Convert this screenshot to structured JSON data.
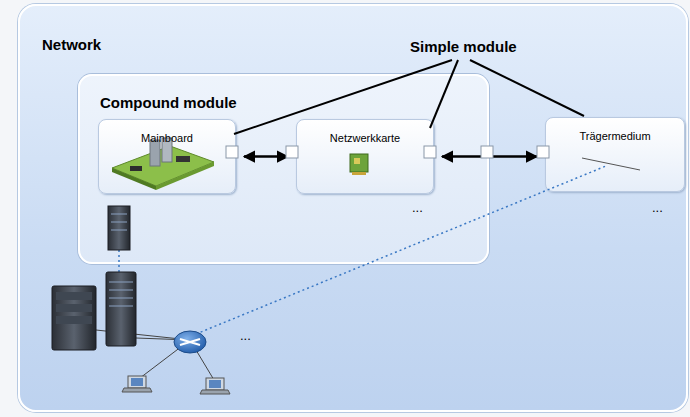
{
  "diagram": {
    "nodes": [
      {
        "text": [
          "Network"
        ]
      },
      {
        "text": [
          "Compound module"
        ],
        "in": 0
      },
      {
        "text": [
          "Mainboard"
        ],
        "in": 1
      },
      {
        "text": [
          "Netzwerkkarte"
        ],
        "in": 1
      },
      {
        "text": [
          "Trägermedium"
        ],
        "in": 0
      }
    ],
    "edges": [
      {
        "from": 2,
        "to": 3,
        "arrow": "both"
      },
      {
        "from": 3,
        "to": 4,
        "arrow": "both"
      }
    ],
    "labels": [
      "Simple module",
      "...",
      "...",
      "..."
    ]
  }
}
